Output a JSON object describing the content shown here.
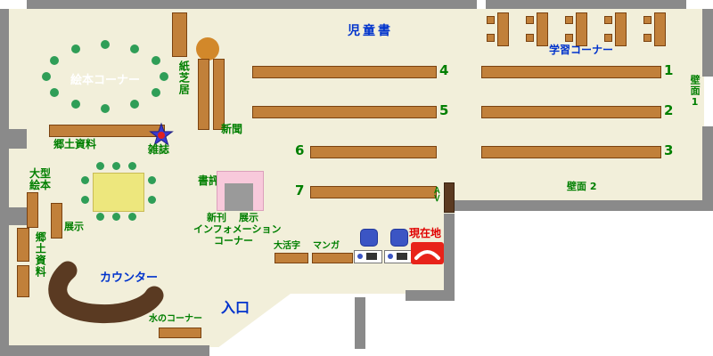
{
  "labels": {
    "children_books": "児童書",
    "study_corner": "学習コーナー",
    "picture_book_corner": "絵本コーナー",
    "kamishibai": "紙芝居",
    "newspaper": "新聞",
    "local_materials_top": "郷土資料",
    "magazines": "雑誌",
    "large_picture_books_l1": "大型",
    "large_picture_books_l2": "絵本",
    "display_left": "展示",
    "local_materials_side": "郷土資料",
    "book_review": "書評",
    "new_arrivals": "新刊",
    "display_new": "展示",
    "information_l1": "インフォメーション",
    "information_l2": "コーナー",
    "counter": "カウンター",
    "water_corner": "水のコーナー",
    "entrance": "入口",
    "large_print": "大活字",
    "manga": "マンガ",
    "current_location": "現在地",
    "wall1": "壁面1",
    "wall2": "壁面 2",
    "av": "ＡＶ"
  },
  "shelf_numbers": [
    "1",
    "2",
    "3",
    "4",
    "5",
    "6",
    "7"
  ],
  "colors": {
    "floor": "#F2EFDA",
    "wall": "#8A8A8A",
    "shelf_wood": "#C1803A",
    "dark_wood": "#5B3A21",
    "green_text": "#007F00",
    "blue_text": "#0033CC",
    "red_text": "#E00000",
    "display_pink": "#F8C9DB",
    "table_yellow": "#EDE77D",
    "dot_green": "#2F9E57",
    "stool_tan": "#D2882A",
    "marker_red": "#E8231A",
    "star_blue": "#3A3AD0"
  }
}
